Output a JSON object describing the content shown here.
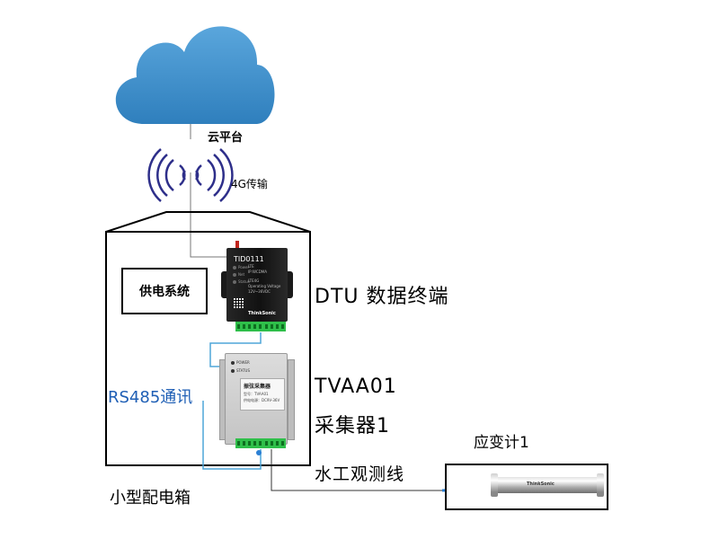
{
  "cloud": {
    "label": "云平台",
    "icon": "cloud-icon",
    "color": "#3d8fc9"
  },
  "transmission": {
    "label": "4G传输",
    "icon": "wireless-signal-icon",
    "color": "#2e2f8a"
  },
  "enclosure": {
    "label": "小型配电箱"
  },
  "power_system": {
    "label": "供电系统"
  },
  "dtu": {
    "caption": "DTU 数据终端",
    "device_title": "TID0111",
    "spec_lines": [
      "LTE",
      "IP:WCDMA",
      "LTE4G",
      "Operating Voltage",
      "12V~36VDC"
    ],
    "leds": [
      "Power",
      "Net",
      "Status"
    ],
    "brand": "ThinkSonic"
  },
  "rs485": {
    "label": "RS485通讯",
    "color": "#1f5fb5"
  },
  "collector": {
    "model": "TVAA01",
    "name": "采集器1",
    "leds": [
      "POWER",
      "STATUS"
    ],
    "panel_title": "振弦采集器",
    "panel_lines": [
      "型号：TVAA01",
      "供电电源：DC9V-36V"
    ]
  },
  "cable": {
    "label": "水工观测线",
    "color": "#2a7fd4"
  },
  "strain_gauge": {
    "label": "应变计1",
    "body_text": "ThinkSonic"
  }
}
